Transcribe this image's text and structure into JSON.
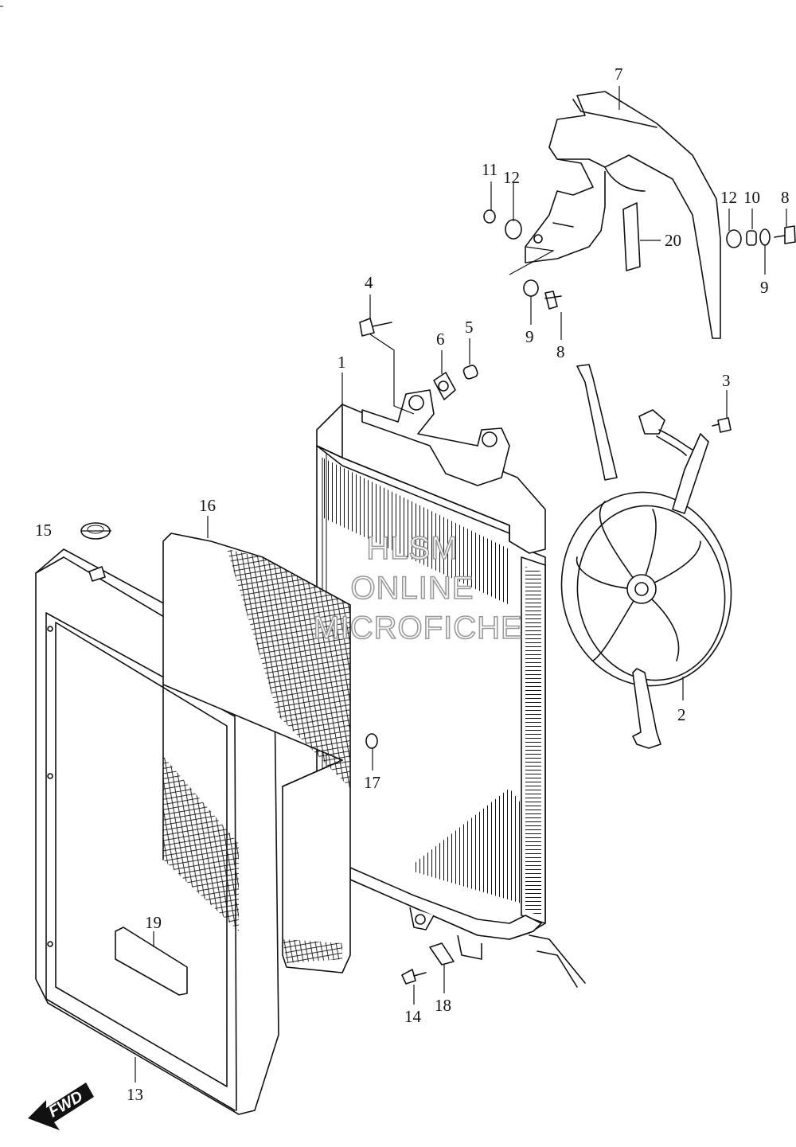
{
  "callouts": [
    {
      "id": "c1",
      "label": "1"
    },
    {
      "id": "c2",
      "label": "2"
    },
    {
      "id": "c3",
      "label": "3"
    },
    {
      "id": "c4",
      "label": "4"
    },
    {
      "id": "c5",
      "label": "5"
    },
    {
      "id": "c6",
      "label": "6"
    },
    {
      "id": "c7",
      "label": "7"
    },
    {
      "id": "c8a",
      "label": "8"
    },
    {
      "id": "c8b",
      "label": "8"
    },
    {
      "id": "c9a",
      "label": "9"
    },
    {
      "id": "c9b",
      "label": "9"
    },
    {
      "id": "c10",
      "label": "10"
    },
    {
      "id": "c11",
      "label": "11"
    },
    {
      "id": "c12a",
      "label": "12"
    },
    {
      "id": "c12b",
      "label": "12"
    },
    {
      "id": "c13",
      "label": "13"
    },
    {
      "id": "c14",
      "label": "14"
    },
    {
      "id": "c15",
      "label": "15"
    },
    {
      "id": "c16",
      "label": "16"
    },
    {
      "id": "c17",
      "label": "17"
    },
    {
      "id": "c18",
      "label": "18"
    },
    {
      "id": "c19",
      "label": "19"
    },
    {
      "id": "c20",
      "label": "20"
    }
  ],
  "watermark": {
    "line1": "HLSM",
    "line2": "ONLINE",
    "line3": "MICROFICHE"
  },
  "fwd_label": "FWD",
  "colors": {
    "line": "#111111",
    "background": "#ffffff",
    "watermark_outline": "#9a9a9a"
  }
}
